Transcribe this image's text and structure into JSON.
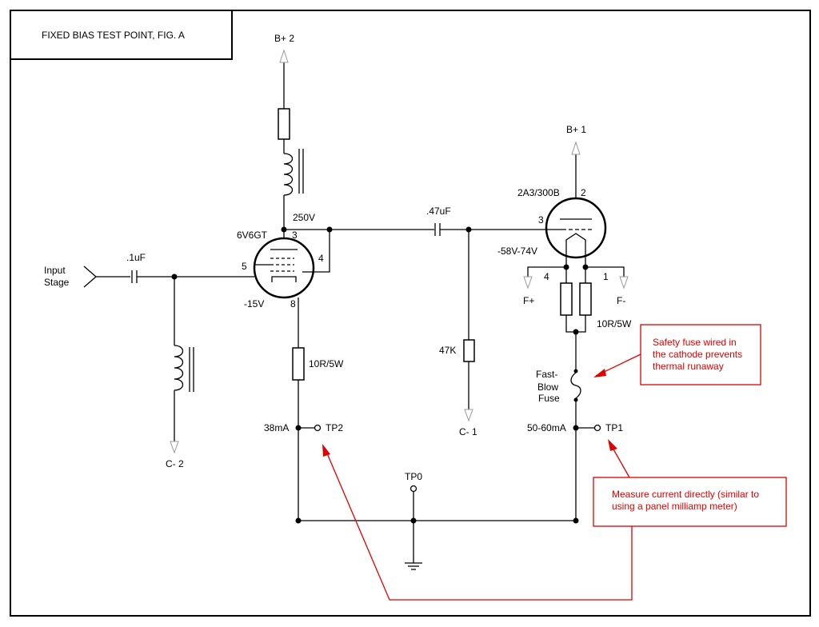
{
  "title": "FIXED BIAS TEST POINT, FIG. A",
  "colors": {
    "line": "#000000",
    "annotation": "#e00000",
    "background": "#ffffff"
  },
  "labels": {
    "b_plus_2": "B+ 2",
    "b_plus_1": "B+ 1",
    "input_stage_1": "Input",
    "input_stage_2": "Stage",
    "cap_input": ".1uF",
    "cap_coupling": ".47uF",
    "tube_driver": "6V6GT",
    "tube_output": "2A3/300B",
    "voltage_plate": "250V",
    "voltage_driver_cathode": "-15V",
    "voltage_output_grid": "-58V-74V",
    "driver_pin_3": "3",
    "driver_pin_4": "4",
    "driver_pin_5": "5",
    "driver_pin_8": "8",
    "output_pin_2": "2",
    "output_pin_3": "3",
    "output_pin_4": "4",
    "output_pin_1": "1",
    "f_plus": "F+",
    "f_minus": "F-",
    "res_driver": "10R/5W",
    "res_output": "10R/5W",
    "res_grid": "47K",
    "fuse_1": "Fast-",
    "fuse_2": "Blow",
    "fuse_3": "Fuse",
    "current_driver": "38mA",
    "current_output": "50-60mA",
    "tp0": "TP0",
    "tp1": "TP1",
    "tp2": "TP2",
    "c_minus_1": "C- 1",
    "c_minus_2": "C- 2"
  },
  "notes": {
    "fuse_note": [
      "Safety fuse wired in",
      "the cathode prevents",
      "thermal runaway"
    ],
    "measure_note": [
      "Measure current directly (similar to",
      "using a panel milliamp meter)"
    ]
  }
}
